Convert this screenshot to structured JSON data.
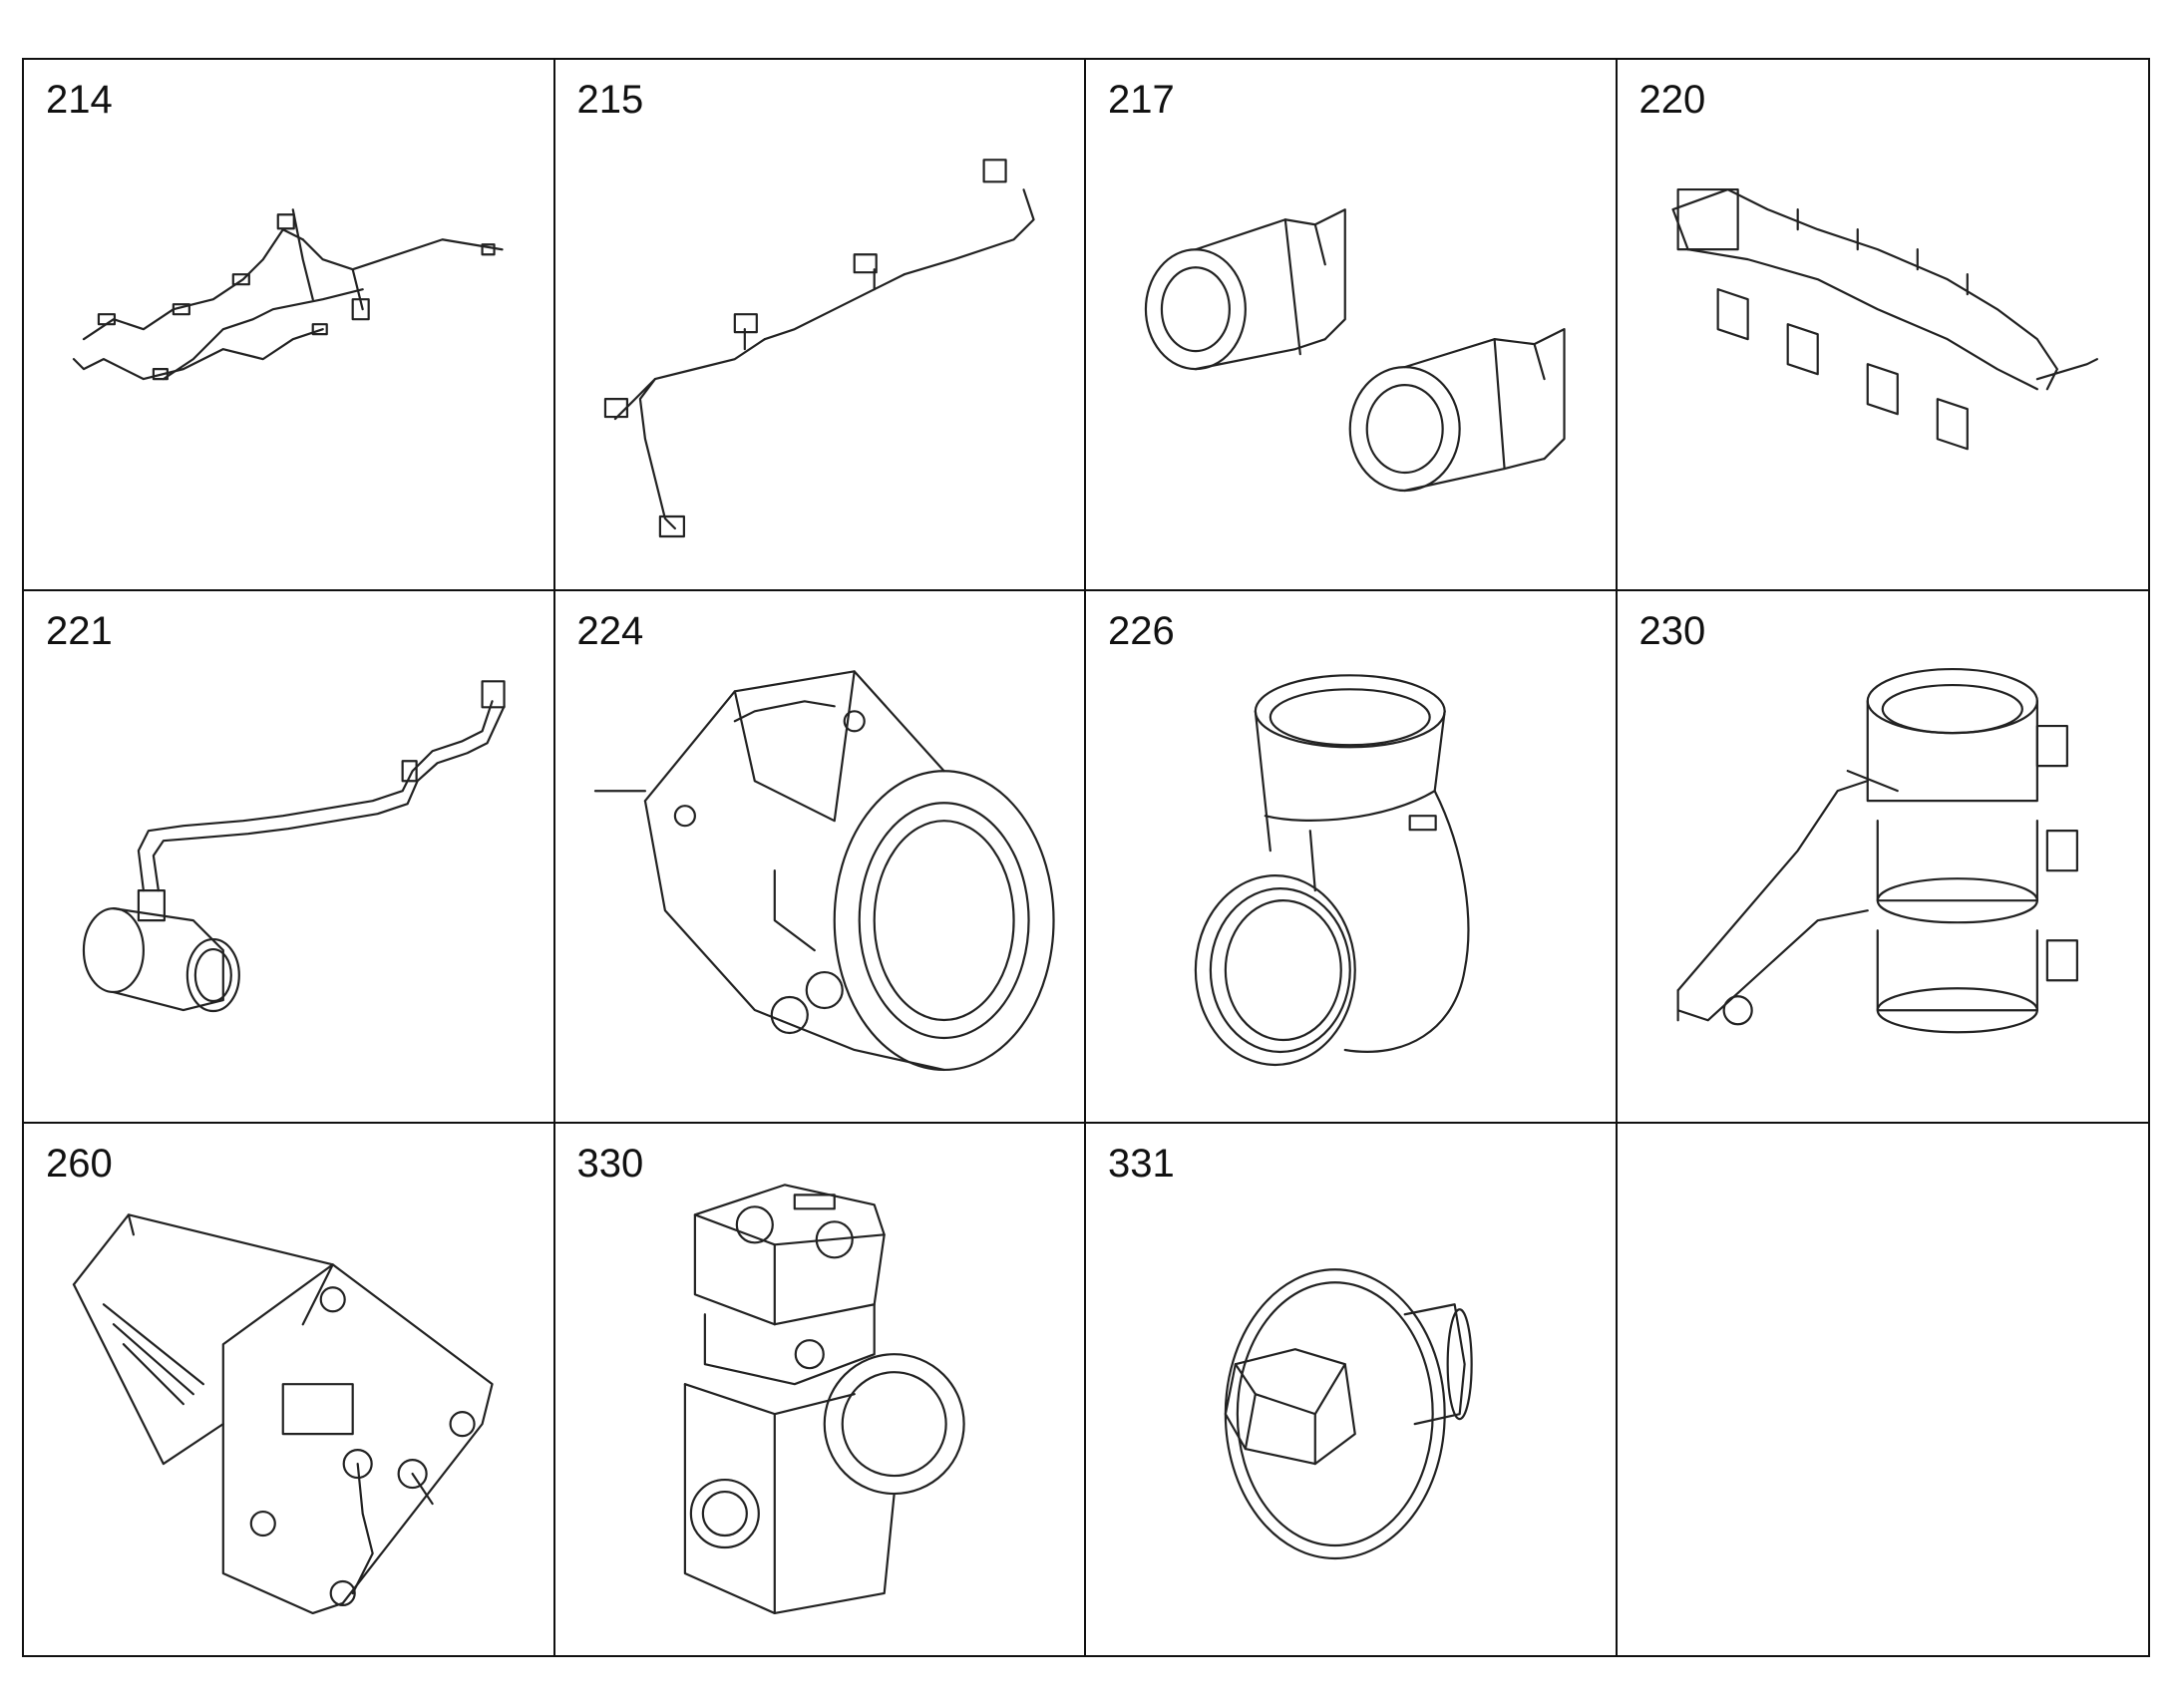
{
  "parts": [
    {
      "number": "214",
      "icon": "fuel-line-harness"
    },
    {
      "number": "215",
      "icon": "injector-wiring-harness"
    },
    {
      "number": "217",
      "icon": "threaded-fittings-pair"
    },
    {
      "number": "220",
      "icon": "intake-manifold"
    },
    {
      "number": "221",
      "icon": "sensor-hose-assembly"
    },
    {
      "number": "224",
      "icon": "throttle-housing-clamp"
    },
    {
      "number": "226",
      "icon": "elbow-pipe"
    },
    {
      "number": "230",
      "icon": "clamp-bracket-assembly"
    },
    {
      "number": "260",
      "icon": "mounting-plate-bracket"
    },
    {
      "number": "330",
      "icon": "air-compressor"
    },
    {
      "number": "331",
      "icon": "hex-plug"
    },
    {
      "number": "",
      "icon": ""
    }
  ]
}
